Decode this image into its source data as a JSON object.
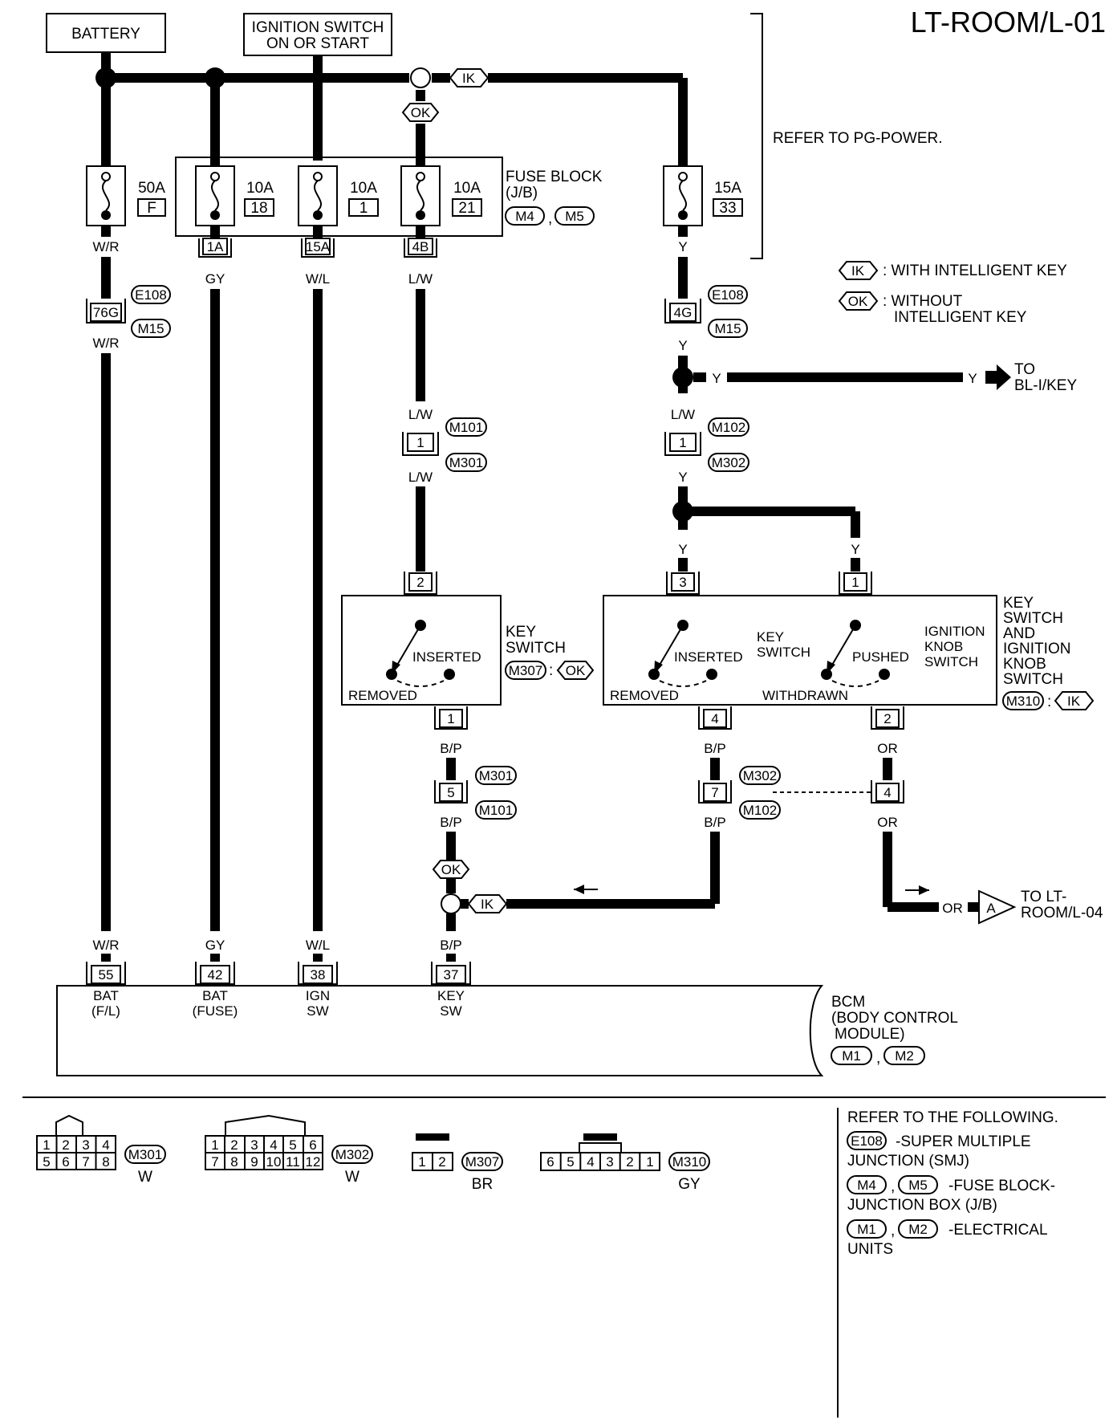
{
  "page_title": "LT-ROOM/L-01",
  "sources": {
    "battery": "BATTERY",
    "ignition_line1": "IGNITION SWITCH",
    "ignition_line2": "ON OR START",
    "refer_pg_power": "REFER TO PG-POWER."
  },
  "fuses": {
    "f50a": {
      "amp": "50A",
      "num": "F"
    },
    "f10a_18": {
      "amp": "10A",
      "num": "18"
    },
    "f10a_1": {
      "amp": "10A",
      "num": "1"
    },
    "f10a_21": {
      "amp": "10A",
      "num": "21"
    },
    "f15a_33": {
      "amp": "15A",
      "num": "33"
    },
    "fuse_block_line1": "FUSE BLOCK",
    "fuse_block_line2": "(J/B)",
    "m4": "M4",
    "m5": "M5",
    "comma": ","
  },
  "terminals": {
    "t1a": "1A",
    "t15a": "15A",
    "t4b": "4B",
    "t76g": "76G",
    "t4g": "4G",
    "m101_1": "1",
    "m102_1": "1",
    "key_sw_2": "2",
    "ks_3": "3",
    "ks_1": "1",
    "key_sw_out_1": "1",
    "ks_out_4": "4",
    "ks_out_2": "2",
    "m301_5": "5",
    "m302_7": "7",
    "m302_4": "4",
    "bcm_55": "55",
    "bcm_42": "42",
    "bcm_38": "38",
    "bcm_37": "37"
  },
  "connectors": {
    "e108": "E108",
    "m15": "M15",
    "m101": "M101",
    "m301": "M301",
    "m102": "M102",
    "m302": "M302",
    "m307": "M307",
    "m310": "M310",
    "m1": "M1",
    "m2": "M2"
  },
  "wire_colors": {
    "wr": "W/R",
    "gy": "GY",
    "wl": "W/L",
    "lw": "L/W",
    "y": "Y",
    "bp": "B/P",
    "or": "OR"
  },
  "options": {
    "ik": "IK",
    "ok": "OK",
    "ik_legend": ": WITH INTELLIGENT KEY",
    "ok_legend_line1": ": WITHOUT",
    "ok_legend_line2": "INTELLIGENT KEY",
    "colon": ":"
  },
  "to_bl_ikey": {
    "line1": "TO",
    "line2": "BL-I/KEY"
  },
  "to_lt_room_l04": {
    "line1": "TO LT-",
    "line2": "ROOM/L-04",
    "marker": "A"
  },
  "key_switch": {
    "title_line1": "KEY",
    "title_line2": "SWITCH",
    "inserted": "INSERTED",
    "removed": "REMOVED"
  },
  "key_and_knob": {
    "key_line1": "KEY",
    "key_line2": "SWITCH",
    "inserted": "INSERTED",
    "removed": "REMOVED",
    "pushed": "PUSHED",
    "withdrawn": "WITHDRAWN",
    "knob_line1": "IGNITION",
    "knob_line2": "KNOB",
    "knob_line3": "SWITCH",
    "title_lines": [
      "KEY",
      "SWITCH",
      "AND",
      "IGNITION",
      "KNOB",
      "SWITCH"
    ]
  },
  "bcm": {
    "line1": "BCM",
    "line2": "(BODY CONTROL",
    "line3": "MODULE)",
    "pins": [
      {
        "line1": "BAT",
        "line2": "(F/L)"
      },
      {
        "line1": "BAT",
        "line2": "(FUSE)"
      },
      {
        "line1": "IGN",
        "line2": "SW"
      },
      {
        "line1": "KEY",
        "line2": "SW"
      }
    ]
  },
  "connector_faces": {
    "m301": {
      "name": "M301",
      "color": "W",
      "row1": [
        "1",
        "2",
        "3",
        "4"
      ],
      "row2": [
        "5",
        "6",
        "7",
        "8"
      ]
    },
    "m302": {
      "name": "M302",
      "color": "W",
      "row1": [
        "1",
        "2",
        "3",
        "4",
        "5",
        "6"
      ],
      "row2": [
        "7",
        "8",
        "9",
        "10",
        "11",
        "12"
      ]
    },
    "m307": {
      "name": "M307",
      "color": "BR",
      "row1": [
        "1",
        "2"
      ]
    },
    "m310": {
      "name": "M310",
      "color": "GY",
      "row1": [
        "6",
        "5",
        "4",
        "3",
        "2",
        "1"
      ]
    }
  },
  "refer_following": {
    "heading": "REFER TO THE FOLLOWING.",
    "e108_desc_line1": "-SUPER MULTIPLE",
    "e108_desc_line2": "JUNCTION (SMJ)",
    "m4m5_desc_line1": "-FUSE BLOCK-",
    "m4m5_desc_line2": "JUNCTION BOX (J/B)",
    "m1m2_desc_line1": "-ELECTRICAL",
    "m1m2_desc_line2": "UNITS"
  }
}
